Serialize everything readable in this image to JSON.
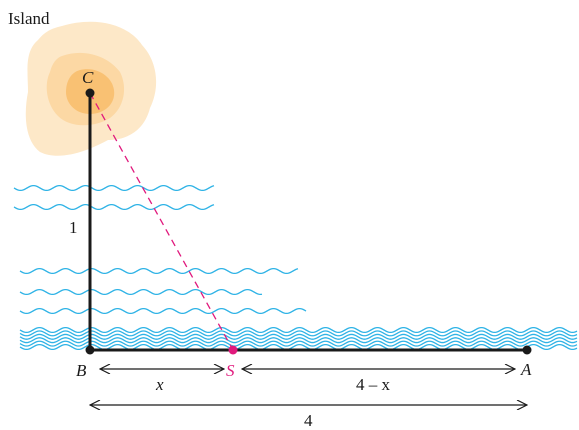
{
  "labels": {
    "island": "Island",
    "c": "C",
    "b": "B",
    "s": "S",
    "a": "A",
    "side_bc": "1",
    "seg_bs": "x",
    "seg_sa": "4 – x",
    "total": "4"
  },
  "colors": {
    "island_outer": "#fde8c8",
    "island_mid": "#fcd8a4",
    "island_inner": "#f9c173",
    "water": "#2fb3e6",
    "dashed_path": "#e0197d",
    "point_s": "#e0197d",
    "lines": "#1a1a1a"
  }
}
